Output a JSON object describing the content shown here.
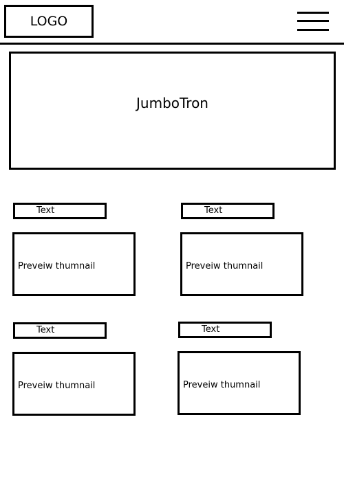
{
  "header": {
    "logo_label": "LOGO",
    "menu_icon": "hamburger-menu-icon"
  },
  "jumbotron": {
    "label": "JumboTron"
  },
  "cards": [
    {
      "text_label": "Text",
      "thumbnail_label": "Preveiw thumnail"
    },
    {
      "text_label": "Text",
      "thumbnail_label": "Preveiw thumnail"
    },
    {
      "text_label": "Text",
      "thumbnail_label": "Preveiw thumnail"
    },
    {
      "text_label": "Text",
      "thumbnail_label": "Preveiw thumnail"
    }
  ]
}
